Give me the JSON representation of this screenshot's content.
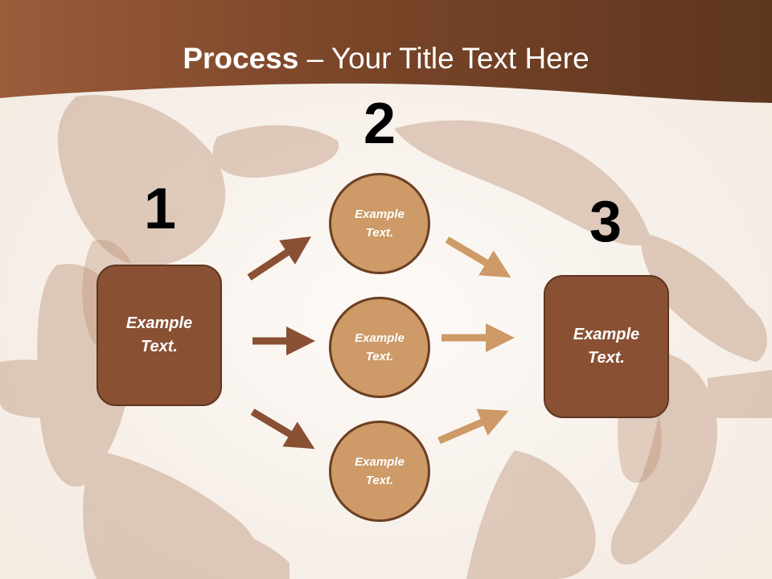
{
  "slide": {
    "title_bold": "Process",
    "title_rest": " – Your Title Text Here"
  },
  "steps": {
    "step1_number": "1",
    "step2_number": "2",
    "step3_number": "3"
  },
  "boxes": {
    "left_text": "Example Text.",
    "right_text": "Example Text."
  },
  "circles": [
    {
      "text": "Example Text."
    },
    {
      "text": "Example Text."
    },
    {
      "text": "Example Text."
    }
  ],
  "colors": {
    "header_brown": "#7a4528",
    "box_brown": "#8a5034",
    "circle_tan": "#cd9a68",
    "arrow_dark": "#8a5034",
    "arrow_light": "#cd9a68"
  }
}
